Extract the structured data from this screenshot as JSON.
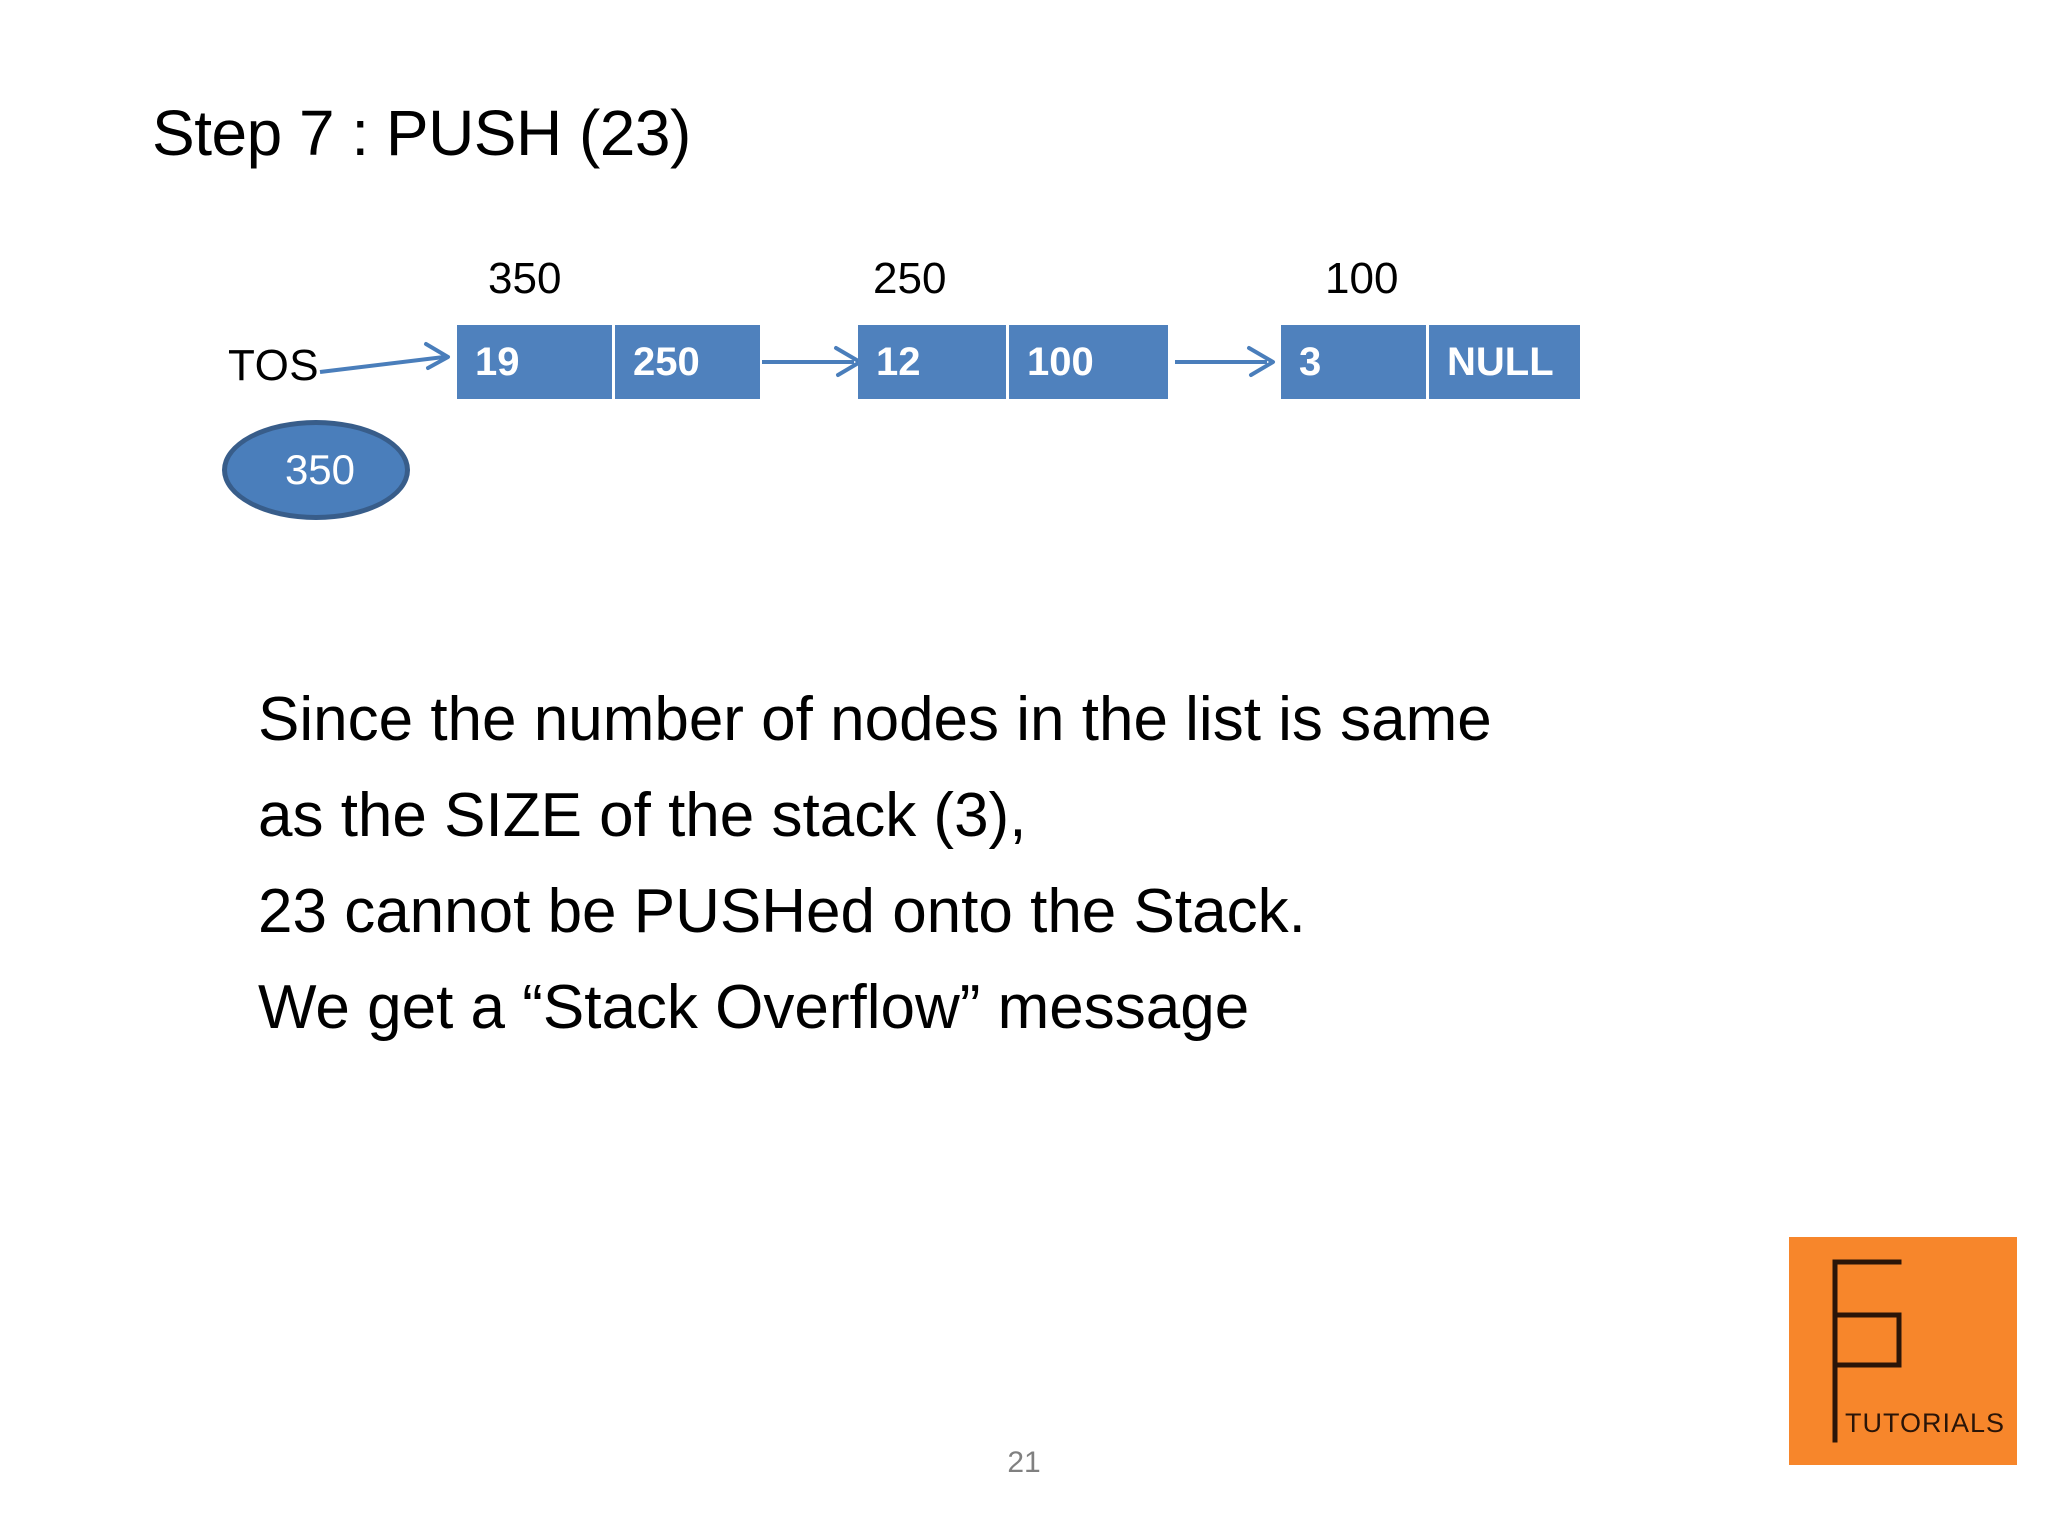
{
  "slide": {
    "title": "Step 7 : PUSH (23)",
    "page_number": "21",
    "background_color": "#ffffff"
  },
  "diagram": {
    "pointer_label": "TOS",
    "pointer_value": "350",
    "node_color": "#4F81BD",
    "ellipse_fill": "#4A7EBB",
    "ellipse_border": "#385D8A",
    "arrow_color": "#4A7EBB",
    "nodes": [
      {
        "address": "350",
        "value": "19",
        "next": "250"
      },
      {
        "address": "250",
        "value": "12",
        "next": "100"
      },
      {
        "address": "100",
        "value": "3",
        "next": "NULL"
      }
    ]
  },
  "body": {
    "lines": [
      "Since the number of nodes in the list is same",
      "as the SIZE of the stack (3),",
      "23 cannot be PUSHed onto the Stack.",
      "We get a “Stack Overflow” message"
    ]
  },
  "logo": {
    "word": "TUTORIALS",
    "background_color": "#F7862B",
    "mark_color": "#2b1508"
  }
}
